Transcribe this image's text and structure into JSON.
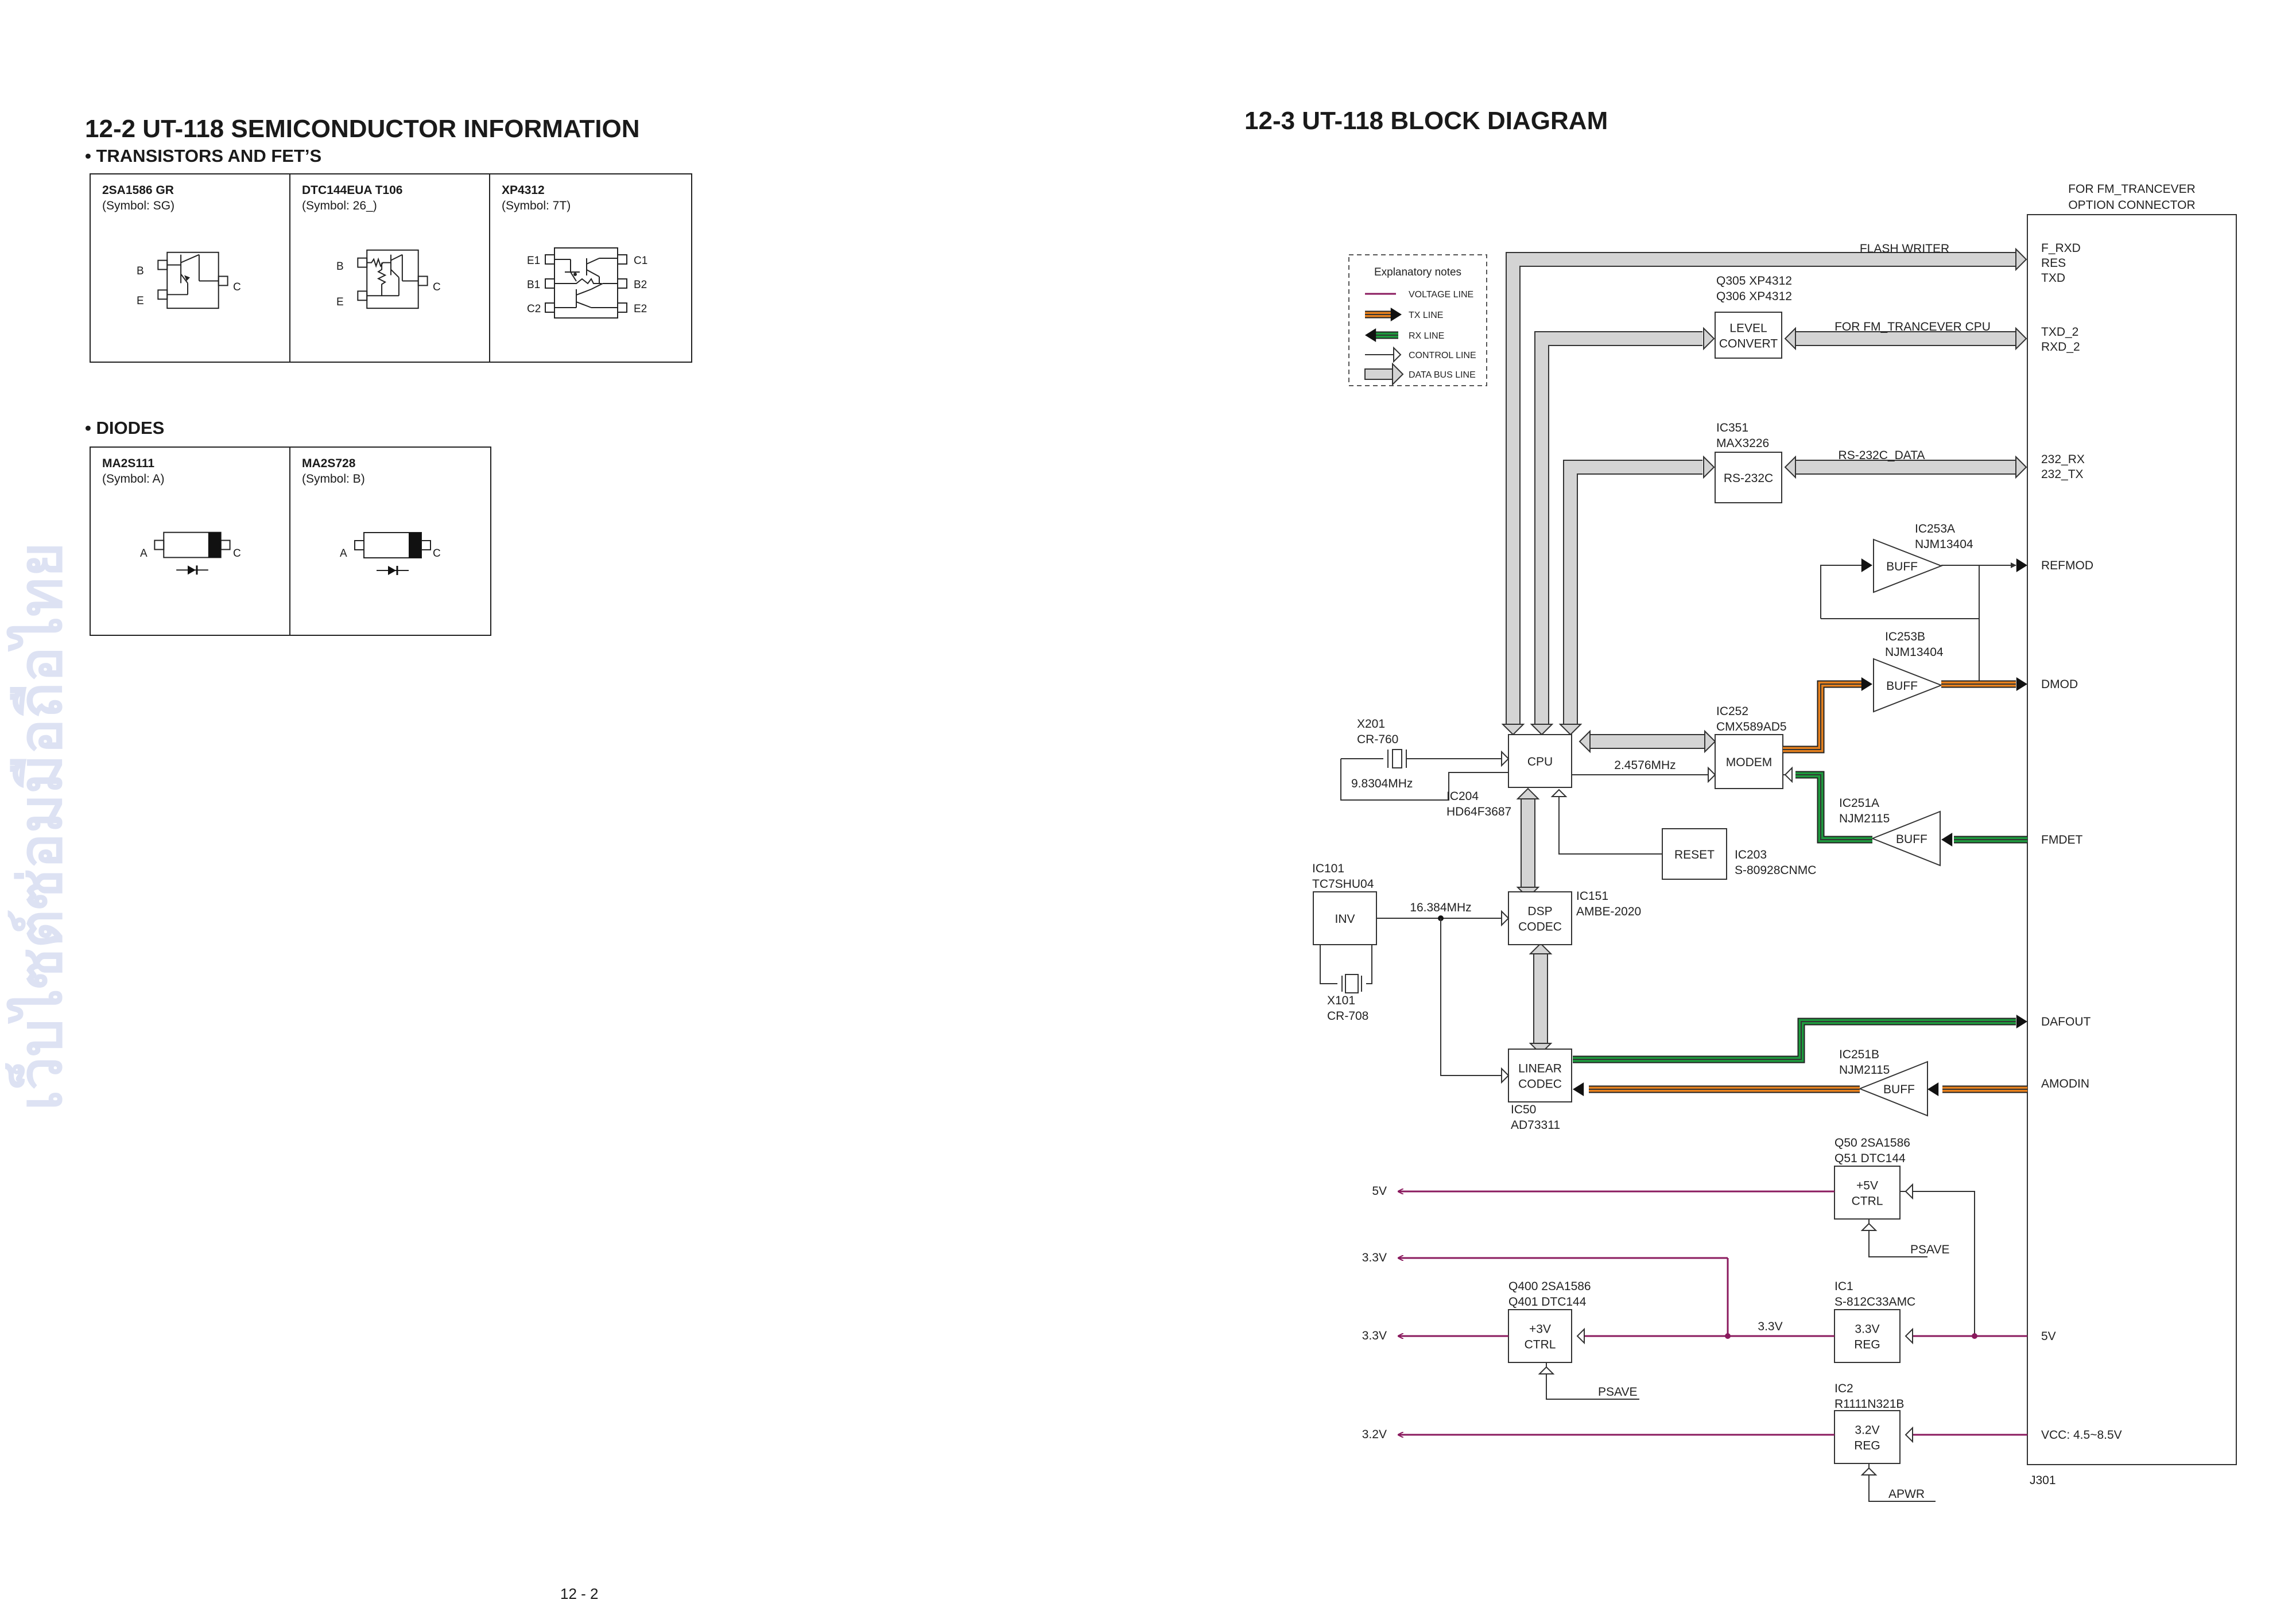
{
  "watermark": "เว็บไซต์ซ่อมมือถือไทย",
  "left": {
    "title": "12-2 UT-118 SEMICONDUCTOR INFORMATION",
    "transistors_heading": "• TRANSISTORS AND FET’S",
    "transistors": [
      {
        "name": "2SA1586 GR",
        "symbol": "(Symbol: SG)",
        "pins": [
          "B",
          "E",
          "C"
        ]
      },
      {
        "name": "DTC144EUA T106",
        "symbol": "(Symbol: 26_)",
        "pins": [
          "B",
          "E",
          "C"
        ]
      },
      {
        "name": "XP4312",
        "symbol": "(Symbol: 7T)",
        "pins": [
          "E1",
          "B1",
          "C2",
          "C1",
          "B2",
          "E2"
        ]
      }
    ],
    "diodes_heading": "• DIODES",
    "diodes": [
      {
        "name": "MA2S111",
        "symbol": "(Symbol: A)",
        "pins": [
          "A",
          "C"
        ]
      },
      {
        "name": "MA2S728",
        "symbol": "(Symbol: B)",
        "pins": [
          "A",
          "C"
        ]
      }
    ],
    "page_number": "12 - 2"
  },
  "right": {
    "title": "12-3 UT-118 BLOCK DIAGRAM",
    "legend": {
      "title": "Explanatory notes",
      "items": [
        "VOLTAGE LINE",
        "TX LINE",
        "RX LINE",
        "CONTROL LINE",
        "DATA BUS LINE"
      ]
    },
    "colors": {
      "voltage": "#8a1a5e",
      "tx": "#e8821e",
      "rx": "#1e9a3e",
      "bus": "#d4d4d4",
      "line": "#333333"
    },
    "connector": {
      "header": [
        "FOR FM_TRANCEVER",
        "OPTION CONNECTOR"
      ],
      "ref": "J301",
      "pins": [
        "F_RXD",
        "RES",
        "TXD",
        "TXD_2",
        "RXD_2",
        "232_RX",
        "232_TX",
        "REFMOD",
        "DMOD",
        "FMDET",
        "DAFOUT",
        "AMODIN",
        "5V",
        "VCC: 4.5~8.5V"
      ]
    },
    "blocks": {
      "level_convert": {
        "refs": [
          "Q305 XP4312",
          "Q306 XP4312"
        ],
        "label": [
          "LEVEL",
          "CONVERT"
        ]
      },
      "rs232c": {
        "refs": [
          "IC351",
          "MAX3226"
        ],
        "label": [
          "RS-232C"
        ]
      },
      "buff_a": {
        "refs": [
          "IC253A",
          "NJM13404"
        ],
        "label": [
          "BUFF"
        ]
      },
      "buff_b": {
        "refs": [
          "IC253B",
          "NJM13404"
        ],
        "label": [
          "BUFF"
        ]
      },
      "modem": {
        "refs": [
          "IC252",
          "CMX589AD5"
        ],
        "label": [
          "MODEM"
        ]
      },
      "cpu": {
        "refs": [
          "IC204",
          "HD64F3687"
        ],
        "label": [
          "CPU"
        ]
      },
      "x201": {
        "refs": [
          "X201",
          "CR-760"
        ],
        "freq": "9.8304MHz"
      },
      "buff_251a": {
        "refs": [
          "IC251A",
          "NJM2115"
        ],
        "label": [
          "BUFF"
        ]
      },
      "reset": {
        "refs": [
          "IC203",
          "S-80928CNMC"
        ],
        "label": [
          "RESET"
        ]
      },
      "inv": {
        "refs": [
          "IC101",
          "TC7SHU04"
        ],
        "label": [
          "INV"
        ]
      },
      "x101": {
        "refs": [
          "X101",
          "CR-708"
        ]
      },
      "dsp": {
        "refs": [
          "IC151",
          "AMBE-2020"
        ],
        "label": [
          "DSP",
          "CODEC"
        ]
      },
      "linear": {
        "refs": [
          "IC50",
          "AD73311"
        ],
        "label": [
          "LINEAR",
          "CODEC"
        ]
      },
      "buff_251b": {
        "refs": [
          "IC251B",
          "NJM2115"
        ],
        "label": [
          "BUFF"
        ]
      },
      "ctrl5": {
        "refs": [
          "Q50 2SA1586",
          "Q51 DTC144"
        ],
        "label": [
          "+5V",
          "CTRL"
        ]
      },
      "ctrl3": {
        "refs": [
          "Q400 2SA1586",
          "Q401 DTC144"
        ],
        "label": [
          "+3V",
          "CTRL"
        ]
      },
      "reg33": {
        "refs": [
          "IC1",
          "S-812C33AMC"
        ],
        "label": [
          "3.3V",
          "REG"
        ]
      },
      "reg32": {
        "refs": [
          "IC2",
          "R1111N321B"
        ],
        "label": [
          "3.2V",
          "REG"
        ]
      }
    },
    "signals": {
      "flash_writer": "FLASH WRITER",
      "fm_cpu": "FOR FM_TRANCEVER CPU",
      "rs232_data": "RS-232C_DATA",
      "clk_modem": "2.4576MHz",
      "clk_dsp": "16.384MHz",
      "psave": "PSAVE",
      "apwr": "APWR",
      "rail_33": "3.3V"
    },
    "rails": [
      "5V",
      "3.3V",
      "3.3V",
      "3.2V"
    ]
  }
}
